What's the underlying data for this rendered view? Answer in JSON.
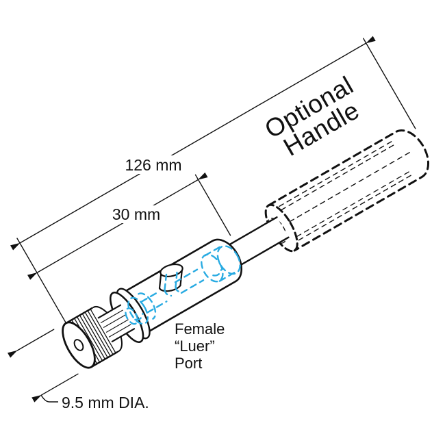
{
  "diagram": {
    "type": "technical-line-drawing",
    "device": "luer-port hub with knurled cap and optional handle",
    "dimensions": {
      "overall_length": "126 mm",
      "body_length": "30 mm",
      "cap_diameter": "9.5 mm DIA."
    },
    "labels": {
      "optional_handle": [
        "Optional",
        "Handle"
      ],
      "luer_port": [
        "Female",
        "“Luer”",
        "Port"
      ]
    },
    "colors": {
      "line": "#111111",
      "hidden_channel": "#29ABE2",
      "background": "#ffffff"
    }
  }
}
